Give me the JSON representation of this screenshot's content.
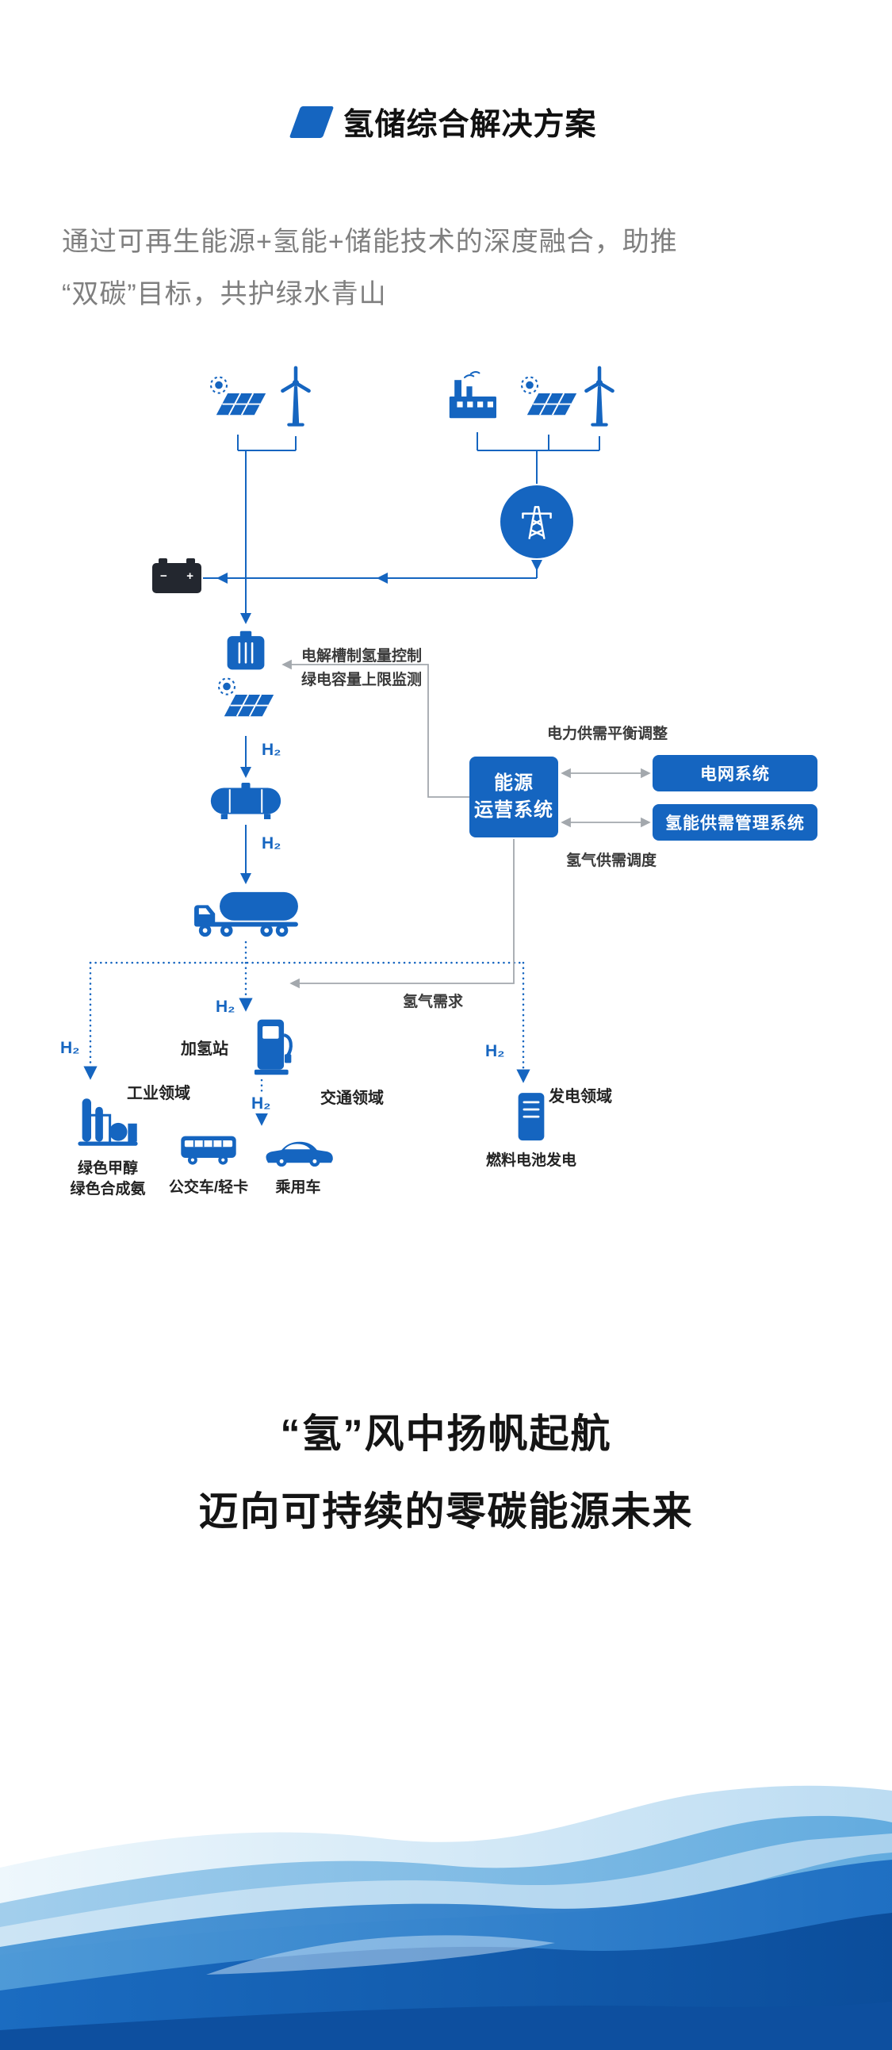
{
  "colors": {
    "primary_blue": "#1565c0",
    "line_gray": "#a3a8ad",
    "text_dark": "#3a3a3a",
    "intro_gray": "#7f7f7f"
  },
  "header": {
    "title": "氢储综合解决方案"
  },
  "intro": {
    "line1": "通过可再生能源+氢能+储能技术的深度融合，助推",
    "line2": "“双碳”目标，共护绿水青山"
  },
  "diagram": {
    "h2": "H₂",
    "battery": {
      "minus": "−",
      "plus": "+"
    },
    "labels": {
      "electrolyzer_control": "电解槽制氢量控制",
      "green_power_limit": "绿电容量上限监测",
      "power_balance": "电力供需平衡调整",
      "h2_dispatch": "氢气供需调度",
      "h2_demand": "氢气需求",
      "station": "加氢站",
      "industry": "工业领域",
      "transport": "交通领域",
      "power_generation": "发电领域",
      "green_methanol": "绿色甲醇",
      "green_ammonia": "绿色合成氨",
      "bus_truck": "公交车/轻卡",
      "passenger_car": "乘用车",
      "fuel_cell_power": "燃料电池发电"
    },
    "systems": {
      "energy_ops_line1": "能源",
      "energy_ops_line2": "运营系统",
      "grid_system": "电网系统",
      "h2_supply_mgmt": "氢能供需管理系统"
    }
  },
  "slogan": {
    "line1": "“氢”风中扬帆起航",
    "line2": "迈向可持续的零碳能源未来"
  }
}
